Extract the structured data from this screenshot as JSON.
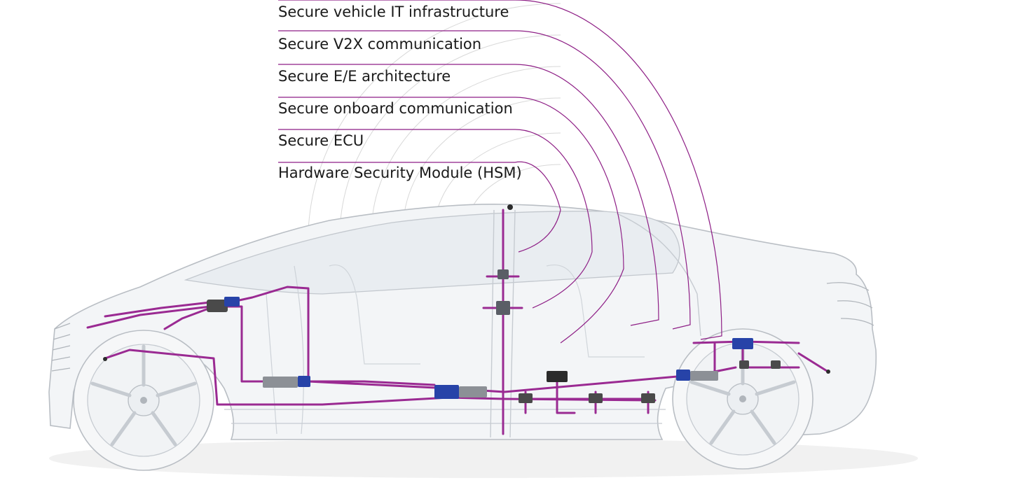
{
  "diagram": {
    "layers": [
      {
        "label": "Secure vehicle IT infrastructure"
      },
      {
        "label": "Secure V2X communication"
      },
      {
        "label": "Secure E/E architecture"
      },
      {
        "label": "Secure onboard communication"
      },
      {
        "label": "Secure ECU"
      },
      {
        "label": "Hardware Security Module (HSM)"
      }
    ],
    "colors": {
      "accent": "#8e1f86",
      "arc_gray": "#d4d4d4",
      "body_outline": "#b9bec4",
      "glass_fill": "#eef1f4",
      "module_blue": "#2743a8",
      "text": "#1a1a1a"
    },
    "illustration": "transparent-car-with-ecu-network"
  }
}
